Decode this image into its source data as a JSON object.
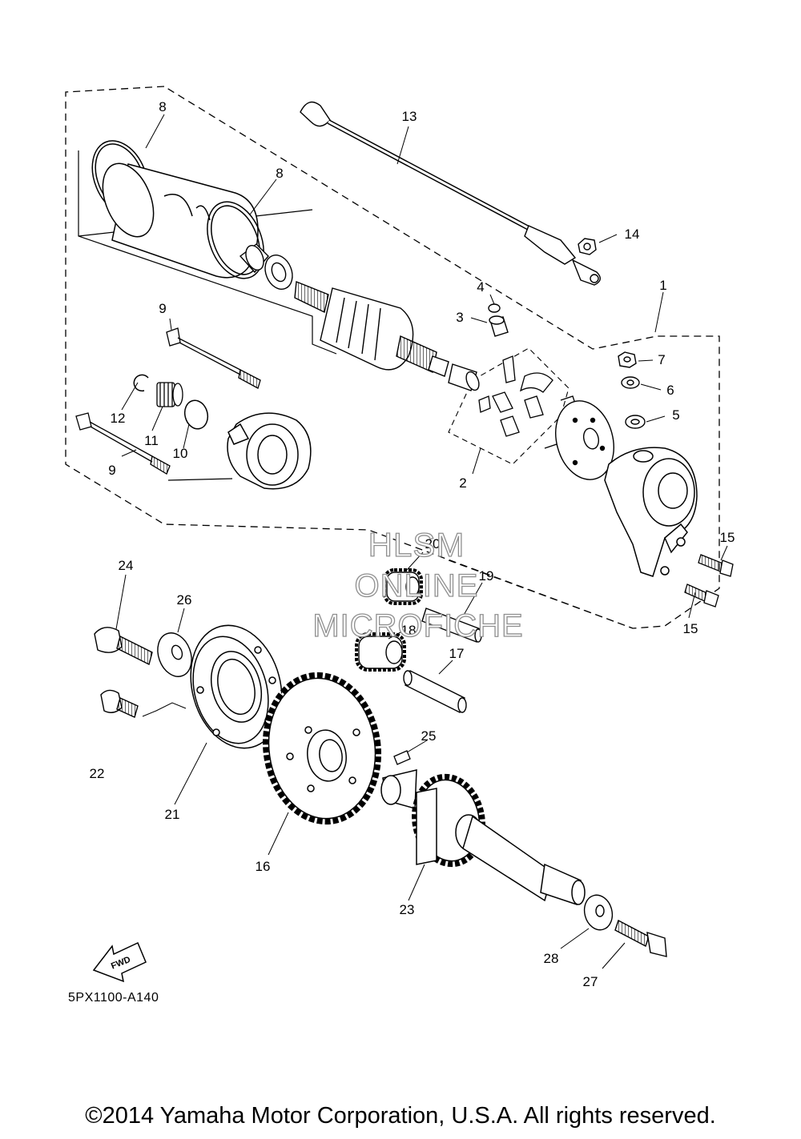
{
  "diagram": {
    "code": "5PX1100-A140",
    "fwd_label": "FWD",
    "copyright": "©2014 Yamaha Motor Corporation, U.S.A. All rights reserved.",
    "watermark": [
      "HLSM",
      "ONLINE",
      "MICROFICHE"
    ]
  },
  "callouts": [
    {
      "id": "c1",
      "label": "1"
    },
    {
      "id": "c2",
      "label": "2"
    },
    {
      "id": "c3",
      "label": "3"
    },
    {
      "id": "c4",
      "label": "4"
    },
    {
      "id": "c5",
      "label": "5"
    },
    {
      "id": "c6",
      "label": "6"
    },
    {
      "id": "c7",
      "label": "7"
    },
    {
      "id": "c8a",
      "label": "8"
    },
    {
      "id": "c8b",
      "label": "8"
    },
    {
      "id": "c9a",
      "label": "9"
    },
    {
      "id": "c9b",
      "label": "9"
    },
    {
      "id": "c10",
      "label": "10"
    },
    {
      "id": "c11",
      "label": "11"
    },
    {
      "id": "c12",
      "label": "12"
    },
    {
      "id": "c13",
      "label": "13"
    },
    {
      "id": "c14",
      "label": "14"
    },
    {
      "id": "c15a",
      "label": "15"
    },
    {
      "id": "c15b",
      "label": "15"
    },
    {
      "id": "c16",
      "label": "16"
    },
    {
      "id": "c17",
      "label": "17"
    },
    {
      "id": "c18",
      "label": "18"
    },
    {
      "id": "c19",
      "label": "19"
    },
    {
      "id": "c20",
      "label": "20"
    },
    {
      "id": "c21",
      "label": "21"
    },
    {
      "id": "c22",
      "label": "22"
    },
    {
      "id": "c23",
      "label": "23"
    },
    {
      "id": "c24",
      "label": "24"
    },
    {
      "id": "c25",
      "label": "25"
    },
    {
      "id": "c26",
      "label": "26"
    },
    {
      "id": "c27",
      "label": "27"
    },
    {
      "id": "c28",
      "label": "28"
    }
  ]
}
